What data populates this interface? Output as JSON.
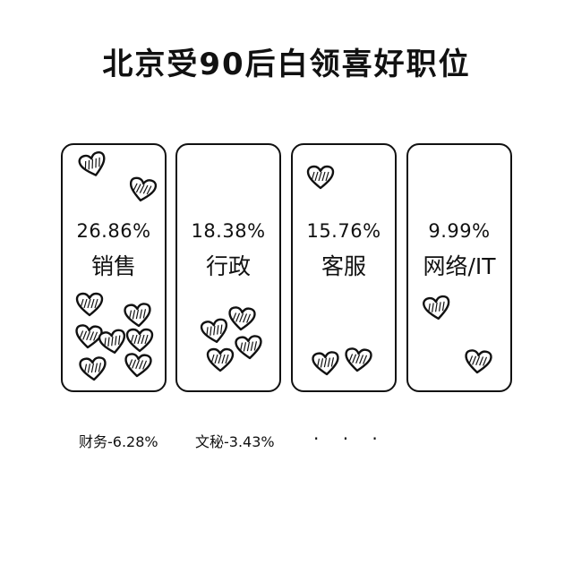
{
  "chart_data": {
    "type": "bar",
    "title": "北京受90后白领喜好职位",
    "categories": [
      "销售",
      "行政",
      "客服",
      "网络/IT"
    ],
    "values": [
      26.86,
      18.38,
      15.76,
      9.99
    ],
    "value_labels": [
      "26.86%",
      "18.38%",
      "15.76%",
      "9.99%"
    ],
    "extra_items": [
      {
        "label": "财务-6.28%",
        "value": 6.28
      },
      {
        "label": "文秘-3.43%",
        "value": 3.43
      }
    ],
    "more": "· · ·"
  },
  "style": {
    "ink": "#111111",
    "background": "#ffffff",
    "decoration": "heart-icon"
  }
}
